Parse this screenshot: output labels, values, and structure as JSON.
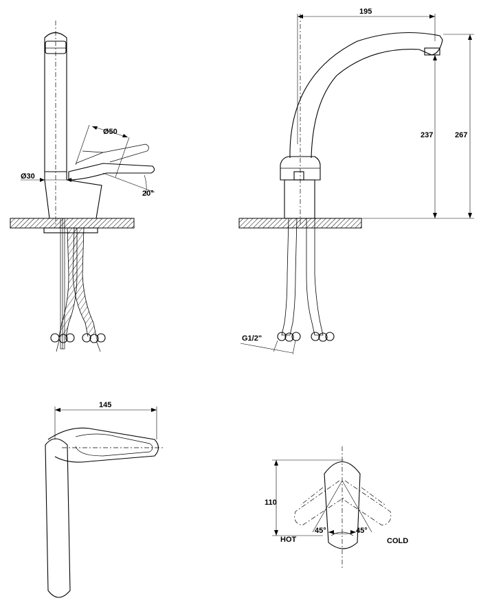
{
  "dimensions": {
    "spout_reach": "195",
    "spout_height_outlet": "237",
    "spout_height_total": "267",
    "handle_diameter": "Ø50",
    "body_diameter": "Ø30",
    "handle_tilt_angle": "20°",
    "connection_thread": "G1/2\"",
    "handle_length": "145",
    "top_view_depth": "110",
    "rotation_angle_hot": "45°",
    "rotation_angle_cold": "45°"
  },
  "labels": {
    "hot": "HOT",
    "cold": "COLD"
  }
}
